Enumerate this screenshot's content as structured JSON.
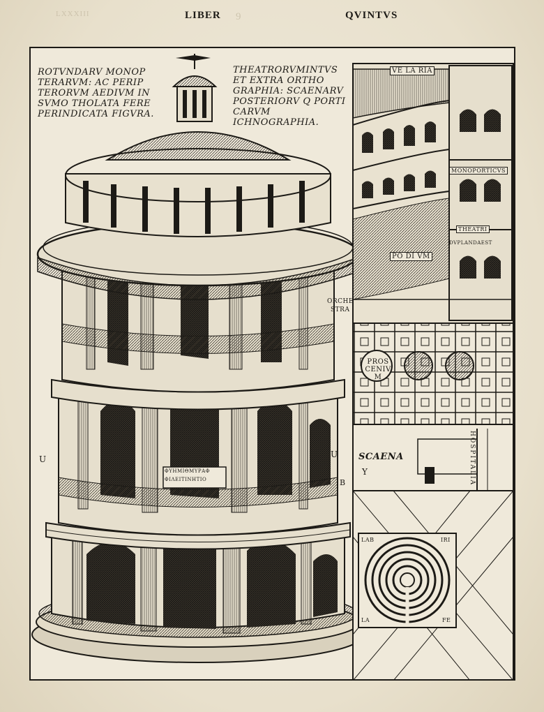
{
  "header": {
    "ghost_left": "LXXXIII",
    "left": "LIBER",
    "ghost_mid": "9",
    "right": "QVINTVS"
  },
  "captions": {
    "left": "ROTVNDARV MONOP\nTERARVM: AC PERIP\nTERORVM AEDIVM IN\nSVMO THOLATA FERE\nPERINDICATA FIGVRA.",
    "right": "THEATRORVMINTVS\nET EXTRA ORTHO\nGRAPHIA: SCAENARV\nPOSTERIORV Q PORTI\nCARVM ICHNOGRAPHIA."
  },
  "labels": {
    "velaria": "VE LA RIA",
    "podium": "PO DI VM",
    "monoporticus": "MONOPORTICVS",
    "theatri": "THEATRI",
    "dupla": "DVPLANDAEST",
    "orchestra_1": "ORCHE",
    "orchestra_2": "STRA",
    "proscenium": "PROS CENIV M",
    "scaena": "SCAENA",
    "y": "Y",
    "b": "B",
    "u_left": "U",
    "u_right": "U",
    "hospitalia": "HOSPITALIA",
    "inscription_1": "ΦΥΗΜΙΘΜΥΡΑΦ",
    "inscription_2": "ΦΙΛΕΙΤΙΝΗΤΙΟ",
    "lab": "LAB",
    "iri": "IRI",
    "fe": "FE",
    "la": "LA"
  }
}
